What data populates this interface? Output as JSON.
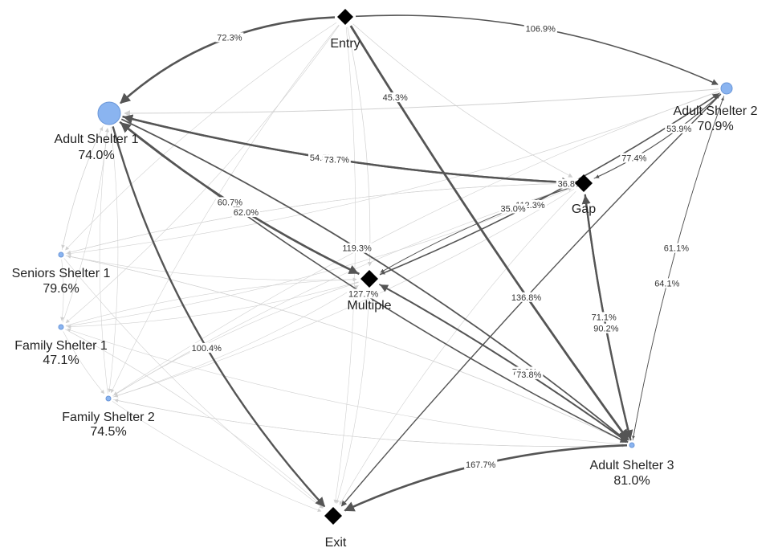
{
  "colors": {
    "background": "#ffffff",
    "shelter_node": "#8ab4f0",
    "shelter_stroke": "#6a96d8",
    "terminal_node": "#000000",
    "strong_edge": "#555555",
    "faint_edge": "#d0d0d0"
  },
  "nodes": [
    {
      "id": "entry",
      "name": "Entry",
      "rate": "",
      "kind": "diamond",
      "size": 10
    },
    {
      "id": "as1",
      "name": "Adult Shelter 1",
      "rate": "74.0%",
      "kind": "circle",
      "size": 14
    },
    {
      "id": "as2",
      "name": "Adult Shelter 2",
      "rate": "70.9%",
      "kind": "circle",
      "size": 7
    },
    {
      "id": "gap",
      "name": "Gap",
      "rate": "",
      "kind": "diamond",
      "size": 11
    },
    {
      "id": "ss1",
      "name": "Seniors Shelter 1",
      "rate": "79.6%",
      "kind": "circle",
      "size": 3
    },
    {
      "id": "mul",
      "name": "Multiple",
      "rate": "",
      "kind": "diamond",
      "size": 11
    },
    {
      "id": "fs1",
      "name": "Family Shelter 1",
      "rate": "47.1%",
      "kind": "circle",
      "size": 3
    },
    {
      "id": "fs2",
      "name": "Family Shelter 2",
      "rate": "74.5%",
      "kind": "circle",
      "size": 3
    },
    {
      "id": "as3",
      "name": "Adult Shelter 3",
      "rate": "81.0%",
      "kind": "circle",
      "size": 3
    },
    {
      "id": "exit",
      "name": "Exit",
      "rate": "",
      "kind": "diamond",
      "size": 11
    }
  ],
  "edges": [
    {
      "from": "entry",
      "to": "as1",
      "label": "72.3%",
      "weight": 2.6,
      "strong": true
    },
    {
      "from": "entry",
      "to": "as2",
      "label": "106.9%",
      "weight": 1.6,
      "strong": true
    },
    {
      "from": "entry",
      "to": "as3",
      "label": "45.3%",
      "weight": 2.8,
      "strong": true
    },
    {
      "from": "as2",
      "to": "as1",
      "label": "",
      "weight": 1.0,
      "strong": false
    },
    {
      "from": "as1",
      "to": "gap",
      "label": "54.5%",
      "weight": 2.4,
      "strong": true
    },
    {
      "from": "gap",
      "to": "as1",
      "label": "73.7%",
      "weight": 2.4,
      "strong": true
    },
    {
      "from": "as1",
      "to": "mul",
      "label": "62.0%",
      "weight": 2.4,
      "strong": true
    },
    {
      "from": "mul",
      "to": "as1",
      "label": "60.7%",
      "weight": 2.6,
      "strong": true
    },
    {
      "from": "as1",
      "to": "as3",
      "label": "127.7%",
      "weight": 1.6,
      "strong": true
    },
    {
      "from": "as1",
      "to": "exit",
      "label": "100.4%",
      "weight": 2.4,
      "strong": true
    },
    {
      "from": "as1",
      "to": "as3",
      "label": "119.3%",
      "weight": 1.8,
      "strong": true
    },
    {
      "from": "mul",
      "to": "as2",
      "label": "36.8%",
      "weight": 1.6,
      "strong": true
    },
    {
      "from": "gap",
      "to": "as2",
      "label": "77.4%",
      "weight": 1.0,
      "strong": true
    },
    {
      "from": "as2",
      "to": "gap",
      "label": "53.9%",
      "weight": 1.0,
      "strong": true
    },
    {
      "from": "as2",
      "to": "mul",
      "label": "112.3%",
      "weight": 1.0,
      "strong": true
    },
    {
      "from": "gap",
      "to": "mul",
      "label": "35.0%",
      "weight": 1.0,
      "strong": true
    },
    {
      "from": "as2",
      "to": "exit",
      "label": "136.8%",
      "weight": 1.4,
      "strong": true
    },
    {
      "from": "as2",
      "to": "as3",
      "label": "61.1%",
      "weight": 0.8,
      "strong": true
    },
    {
      "from": "as3",
      "to": "as2",
      "label": "64.1%",
      "weight": 0.8,
      "strong": true
    },
    {
      "from": "gap",
      "to": "as3",
      "label": "90.2%",
      "weight": 2.4,
      "strong": true
    },
    {
      "from": "as3",
      "to": "gap",
      "label": "71.1%",
      "weight": 2.2,
      "strong": true
    },
    {
      "from": "as3",
      "to": "mul",
      "label": "70.6%",
      "weight": 2.0,
      "strong": true
    },
    {
      "from": "mul",
      "to": "as3",
      "label": "73.8%",
      "weight": 1.6,
      "strong": true
    },
    {
      "from": "as3",
      "to": "exit",
      "label": "167.7%",
      "weight": 2.6,
      "strong": true
    },
    {
      "from": "entry",
      "to": "mul",
      "label": "",
      "weight": 0.7,
      "strong": false
    },
    {
      "from": "entry",
      "to": "gap",
      "label": "",
      "weight": 0.7,
      "strong": false
    },
    {
      "from": "entry",
      "to": "exit",
      "label": "",
      "weight": 0.6,
      "strong": false
    },
    {
      "from": "entry",
      "to": "ss1",
      "label": "",
      "weight": 0.6,
      "strong": false
    },
    {
      "from": "entry",
      "to": "fs1",
      "label": "",
      "weight": 0.6,
      "strong": false
    },
    {
      "from": "entry",
      "to": "fs2",
      "label": "",
      "weight": 0.6,
      "strong": false
    },
    {
      "from": "ss1",
      "to": "as1",
      "label": "",
      "weight": 0.6,
      "strong": false
    },
    {
      "from": "fs1",
      "to": "as1",
      "label": "",
      "weight": 0.6,
      "strong": false
    },
    {
      "from": "fs2",
      "to": "as1",
      "label": "",
      "weight": 0.6,
      "strong": false
    },
    {
      "from": "as1",
      "to": "ss1",
      "label": "",
      "weight": 0.6,
      "strong": false
    },
    {
      "from": "as1",
      "to": "fs2",
      "label": "",
      "weight": 0.6,
      "strong": false
    },
    {
      "from": "ss1",
      "to": "mul",
      "label": "",
      "weight": 0.6,
      "strong": false
    },
    {
      "from": "fs1",
      "to": "mul",
      "label": "",
      "weight": 0.6,
      "strong": false
    },
    {
      "from": "fs2",
      "to": "mul",
      "label": "",
      "weight": 0.6,
      "strong": false
    },
    {
      "from": "mul",
      "to": "fs1",
      "label": "",
      "weight": 0.6,
      "strong": false
    },
    {
      "from": "mul",
      "to": "fs2",
      "label": "",
      "weight": 0.6,
      "strong": false
    },
    {
      "from": "ss1",
      "to": "gap",
      "label": "",
      "weight": 0.6,
      "strong": false
    },
    {
      "from": "fs1",
      "to": "gap",
      "label": "",
      "weight": 0.6,
      "strong": false
    },
    {
      "from": "fs2",
      "to": "gap",
      "label": "",
      "weight": 0.6,
      "strong": false
    },
    {
      "from": "gap",
      "to": "ss1",
      "label": "",
      "weight": 0.6,
      "strong": false
    },
    {
      "from": "gap",
      "to": "fs2",
      "label": "",
      "weight": 0.6,
      "strong": false
    },
    {
      "from": "ss1",
      "to": "exit",
      "label": "",
      "weight": 0.6,
      "strong": false
    },
    {
      "from": "fs1",
      "to": "exit",
      "label": "",
      "weight": 0.6,
      "strong": false
    },
    {
      "from": "fs2",
      "to": "exit",
      "label": "",
      "weight": 0.6,
      "strong": false
    },
    {
      "from": "mul",
      "to": "exit",
      "label": "",
      "weight": 0.6,
      "strong": false
    },
    {
      "from": "gap",
      "to": "exit",
      "label": "",
      "weight": 0.6,
      "strong": false
    },
    {
      "from": "as3",
      "to": "fs2",
      "label": "",
      "weight": 0.6,
      "strong": false
    },
    {
      "from": "as3",
      "to": "ss1",
      "label": "",
      "weight": 0.6,
      "strong": false
    },
    {
      "from": "as3",
      "to": "fs1",
      "label": "",
      "weight": 0.6,
      "strong": false
    },
    {
      "from": "fs2",
      "to": "as3",
      "label": "",
      "weight": 0.6,
      "strong": false
    },
    {
      "from": "ss1",
      "to": "as3",
      "label": "",
      "weight": 0.6,
      "strong": false
    },
    {
      "from": "as2",
      "to": "fs2",
      "label": "",
      "weight": 0.6,
      "strong": false
    },
    {
      "from": "as2",
      "to": "ss1",
      "label": "",
      "weight": 0.6,
      "strong": false
    },
    {
      "from": "fs1",
      "to": "fs2",
      "label": "",
      "weight": 0.6,
      "strong": false
    },
    {
      "from": "ss1",
      "to": "fs1",
      "label": "",
      "weight": 0.6,
      "strong": false
    }
  ]
}
